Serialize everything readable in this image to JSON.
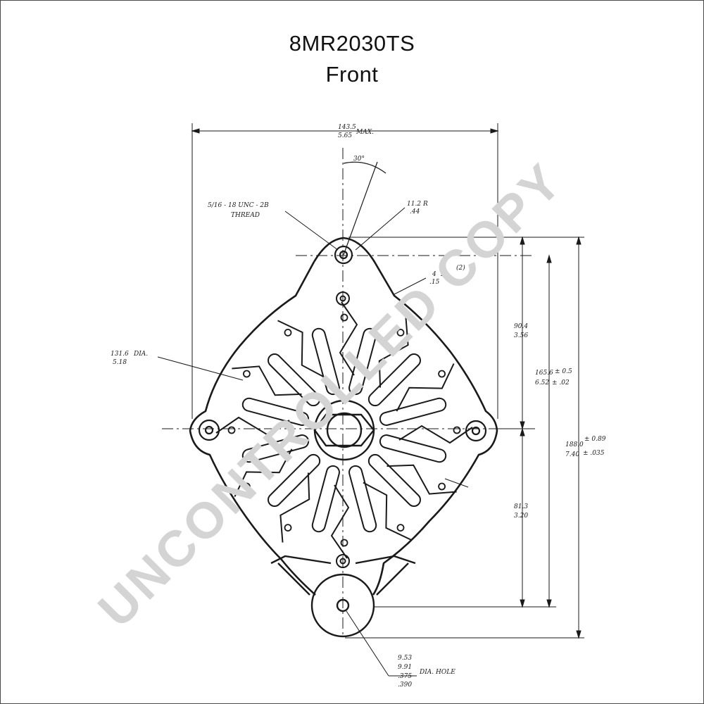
{
  "title": {
    "model": "8MR2030TS",
    "view": "Front"
  },
  "watermark": "UNCONTROLLED COPY",
  "dimensions": {
    "overall_width_mm": "143.5",
    "overall_width_in": "5.65",
    "overall_width_suffix": "MAX.",
    "angle": "30°",
    "thread_line1": "5/16 - 18 UNC - 2B",
    "thread_line2": "THREAD",
    "top_radius_mm": "11.2",
    "top_radius_suffix": "R",
    "top_radius_in": ".44",
    "corner_radius_mm": "4",
    "corner_radius_suffix": "R.",
    "corner_radius_in": ".15",
    "corner_radius_note": "(2)",
    "body_dia_mm": "131.6",
    "body_dia_suffix": "DIA.",
    "body_dia_in": "5.18",
    "upper_height_mm": "90.4",
    "upper_height_in": "3.56",
    "hole_span_mm": "165.6",
    "hole_span_mm_tol": "± 0.5",
    "hole_span_in": "6.52",
    "hole_span_in_tol": "± .02",
    "overall_height_mm": "188.0",
    "overall_height_mm_tol": "± 0.89",
    "overall_height_in": "7.40",
    "overall_height_in_tol": "± .035",
    "lower_height_mm": "81.3",
    "lower_height_in": "3.20",
    "hole_dia_1": "9.53",
    "hole_dia_2": "9.91",
    "hole_dia_3": ".375",
    "hole_dia_4": ".390",
    "hole_dia_suffix": "DIA. HOLE"
  },
  "colors": {
    "ink": "#1a1a1a",
    "watermark": "#d4d4d4",
    "frame": "#4a4a4a"
  }
}
